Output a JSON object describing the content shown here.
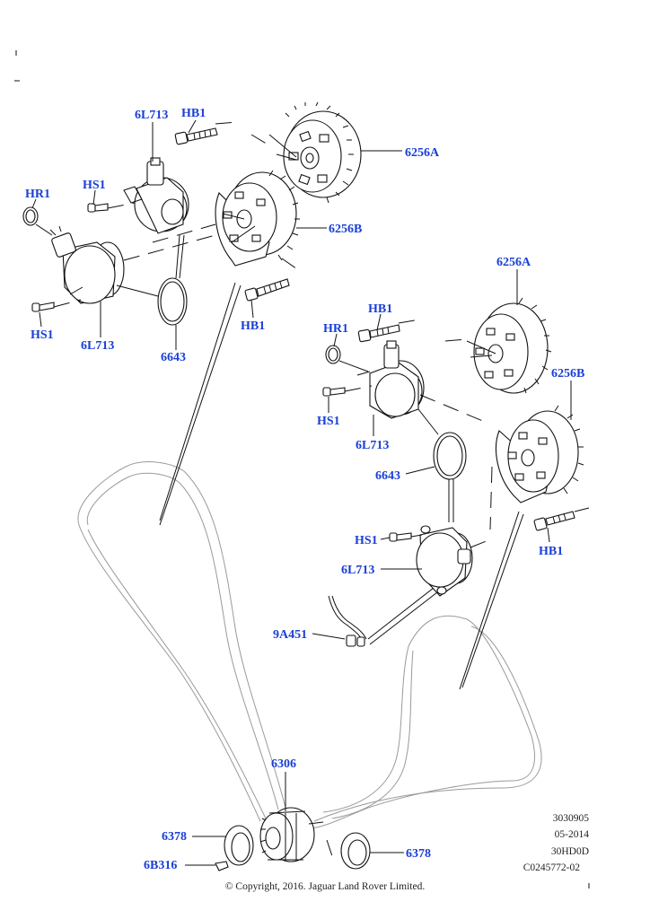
{
  "callouts": {
    "p6L713_top": "6L713",
    "hb1_top": "HB1",
    "p6256A_top": "6256A",
    "hr1_left": "HR1",
    "hs1_top": "HS1",
    "p6256B_top": "6256B",
    "hs1_left": "HS1",
    "p6L713_left": "6L713",
    "p6643_left": "6643",
    "hb1_mid": "HB1",
    "p6256A_right": "6256A",
    "hb1_right": "HB1",
    "hr1_right": "HR1",
    "p6256B_right": "6256B",
    "hs1_right": "HS1",
    "p6L713_right": "6L713",
    "p6643_right": "6643",
    "hs1_lower": "HS1",
    "p6L713_lower": "6L713",
    "hb1_lower": "HB1",
    "p9A451": "9A451",
    "p6306": "6306",
    "p6378_left": "6378",
    "p6B316": "6B316",
    "p6378_right": "6378"
  },
  "meta": {
    "code1": "3030905",
    "code2": "05-2014",
    "code3": "30HD0D",
    "code4": "C0245772-02"
  },
  "copyright": "© Copyright, 2016. Jaguar Land Rover Limited.",
  "colors": {
    "callout": "#1a3fd6",
    "line": "#111111",
    "belt": "#9a9a9a"
  }
}
